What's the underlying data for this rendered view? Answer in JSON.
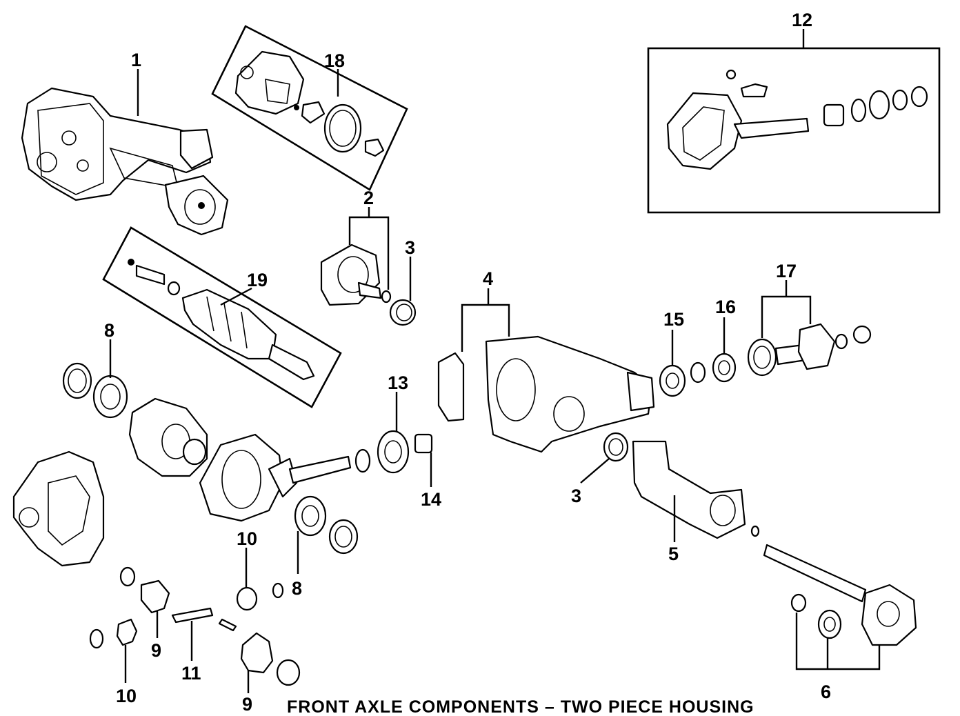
{
  "diagram": {
    "caption": "FRONT AXLE COMPONENTS – TWO PIECE HOUSING",
    "callouts": {
      "c1": "1",
      "c2": "2",
      "c3a": "3",
      "c3b": "3",
      "c4": "4",
      "c5": "5",
      "c6": "6",
      "c8a": "8",
      "c8b": "8",
      "c9a": "9",
      "c9b": "9",
      "c10a": "10",
      "c10b": "10",
      "c11": "11",
      "c12": "12",
      "c13": "13",
      "c14": "14",
      "c15": "15",
      "c16": "16",
      "c17": "17",
      "c18": "18",
      "c19": "19"
    }
  }
}
